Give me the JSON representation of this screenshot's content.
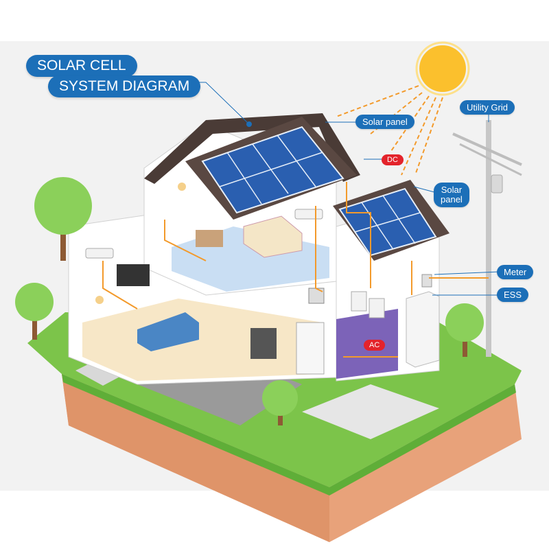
{
  "title": {
    "line1": "SOLAR CELL",
    "line2": "SYSTEM DIAGRAM"
  },
  "labels": {
    "solar_panel_top": "Solar panel",
    "dc": "DC",
    "solar_panel_lower_1": "Solar",
    "solar_panel_lower_2": "panel",
    "utility_grid": "Utility Grid",
    "meter": "Meter",
    "ess": "ESS",
    "ac": "AC"
  },
  "colors": {
    "label_blue": "#1c6fb8",
    "label_red": "#e3232b",
    "wire_orange": "#f39a2b",
    "sun": "#fbc02d",
    "grass": "#7cc44a",
    "soil": "#e8a27a",
    "panel_blue": "#2a5fb0",
    "roof": "#5a4842"
  },
  "icons": [
    "sun-icon",
    "tree-icon",
    "solar-panel-icon",
    "utility-pole-icon",
    "battery-ess-icon",
    "meter-icon",
    "inverter-icon",
    "tv-icon",
    "sofa-icon",
    "bed-icon",
    "desk-icon",
    "air-conditioner-icon",
    "washing-machine-icon",
    "refrigerator-icon",
    "stove-icon",
    "lamp-icon"
  ]
}
